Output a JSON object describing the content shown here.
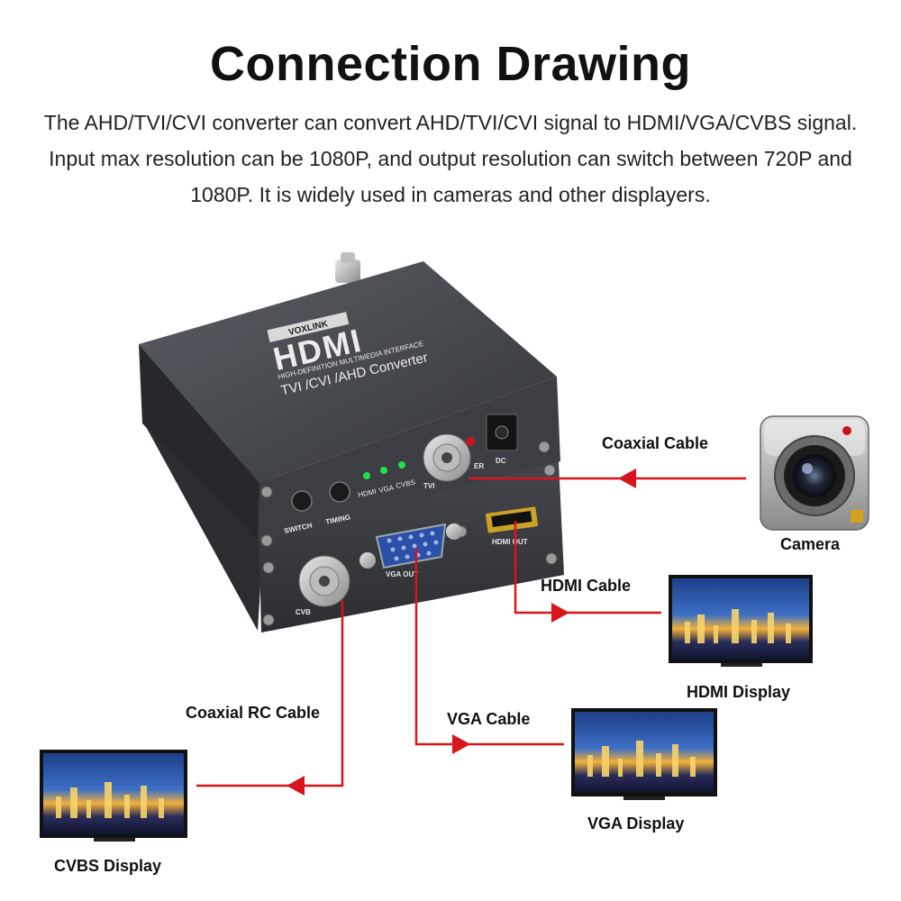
{
  "header": {
    "title": "Connection Drawing",
    "description": "The AHD/TVI/CVI converter can convert AHD/TVI/CVI signal to HDMI/VGA/CVBS signal. Input max resolution can be 1080P, and output resolution can switch between 720P and 1080P. It is widely used in cameras and other displayers."
  },
  "device": {
    "brand": "VOXLINK",
    "logo_text": "HDMI",
    "logo_subtitle": "HIGH-DEFINITION MULTIMEDIA INTERFACE",
    "model": "TVI /CVI /AHD Converter",
    "leds": [
      "HDMI",
      "VGA",
      "CVBS"
    ],
    "buttons": [
      "SWITCH",
      "TIMING"
    ],
    "ports": {
      "tvi": "TVI",
      "power": "ER",
      "dc": "DC",
      "cvbs": "CVB",
      "vga": "VGA OUT",
      "hdmi": "HDMI OUT"
    }
  },
  "cables": {
    "coaxial": "Coaxial Cable",
    "hdmi": "HDMI Cable",
    "coaxial_rc": "Coaxial RC Cable",
    "vga": "VGA Cable"
  },
  "devices": {
    "camera": "Camera",
    "hdmi_display": "HDMI Display",
    "vga_display": "VGA Display",
    "cvbs_display": "CVBS Display"
  },
  "colors": {
    "cable": "#d8141c",
    "device_body": "#3a3c40",
    "led": "#22e04a",
    "text": "#111111"
  }
}
